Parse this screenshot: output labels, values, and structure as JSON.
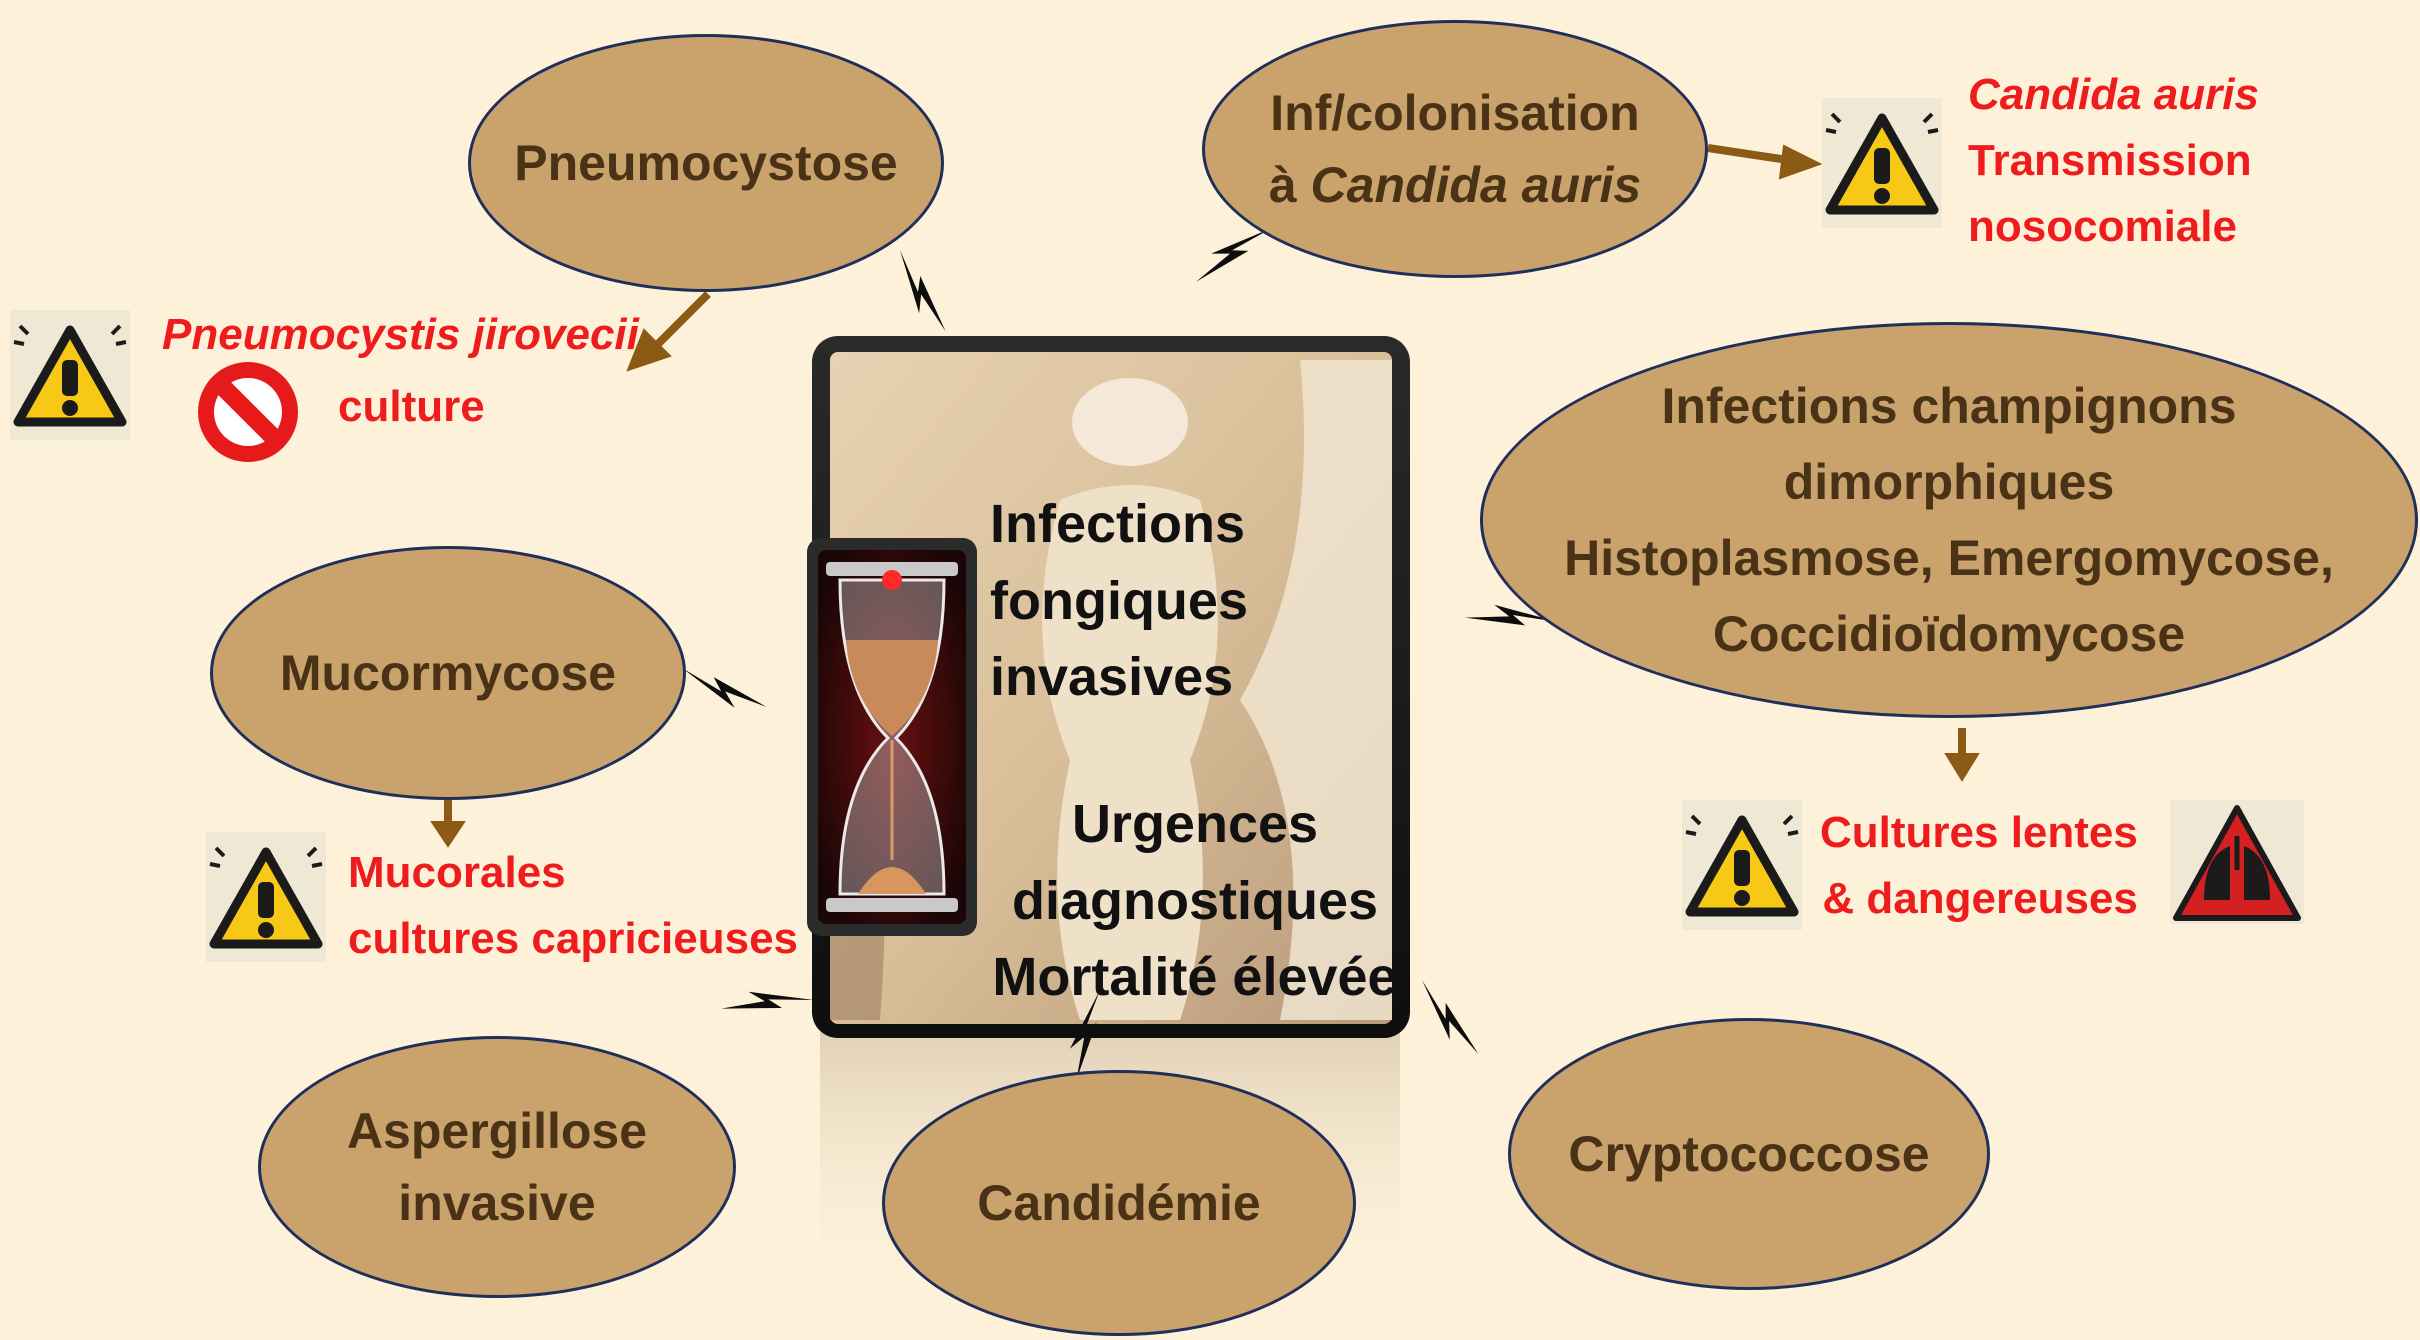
{
  "center": {
    "lines1": [
      "Infections",
      "fongiques",
      "invasives"
    ],
    "lines2": [
      "Urgences",
      "diagnostiques",
      "Mortalité élevée"
    ]
  },
  "nodes": {
    "pneumocystose": "Pneumocystose",
    "candida_auris_line1": "Inf/colonisation",
    "candida_auris_line2_prefix": "à ",
    "candida_auris_line2_italic": "Candida auris",
    "dimorphic": [
      "Infections champignons",
      "dimorphiques",
      "Histoplasmose, Emergomycose,",
      "Coccidioïdomycose"
    ],
    "mucormycose": "Mucormycose",
    "aspergillose": [
      "Aspergillose",
      "invasive"
    ],
    "candidemie": "Candidémie",
    "cryptococcose": "Cryptococcose"
  },
  "notes": {
    "pneumocystis_italic": "Pneumocystis jirovecii",
    "pneumocystis_culture": "culture",
    "auris_italic": "Candida auris",
    "auris_lines": [
      "Transmission",
      "nosocomiale"
    ],
    "mucorales": [
      "Mucorales",
      "cultures capricieuses"
    ],
    "dimorphic_notes": [
      "Cultures lentes",
      "& dangereuses"
    ]
  },
  "icons": [
    "warning-icon",
    "prohibited-icon",
    "hourglass-icon",
    "lungs-hazard-icon"
  ],
  "colors": {
    "background": "#fdf1d9",
    "bubble": "#c9a26c",
    "bubble_text": "#4a3216",
    "alert_text": "#ee1c1c",
    "arrow": "#8b5a14"
  }
}
